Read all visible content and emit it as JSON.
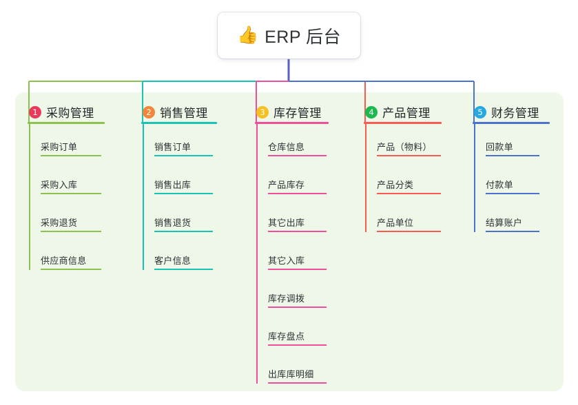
{
  "canvas": {
    "background": "#ffffff",
    "panel_color": "#eff7e9"
  },
  "root": {
    "icon": "thumbs-up-icon",
    "emoji": "👍",
    "label": "ERP 后台",
    "stem_color": "#5a5fc7"
  },
  "branches": [
    {
      "number": "1",
      "title": "采购管理",
      "badge_color": "#ea3a5c",
      "line_color": "#8cc152",
      "connector_color": "#8cc152",
      "items": [
        "采购订单",
        "采购入库",
        "采购退货",
        "供应商信息"
      ]
    },
    {
      "number": "2",
      "title": "销售管理",
      "badge_color": "#f0873a",
      "line_color": "#17c3b2",
      "connector_color": "#17c3b2",
      "items": [
        "销售订单",
        "销售出库",
        "销售退货",
        "客户信息"
      ]
    },
    {
      "number": "3",
      "title": "库存管理",
      "badge_color": "#f5c020",
      "line_color": "#ef4e9b",
      "connector_color": "#ef4e9b",
      "items": [
        "仓库信息",
        "产品库存",
        "其它出库",
        "其它入库",
        "库存调拨",
        "库存盘点",
        "出库库明细"
      ]
    },
    {
      "number": "4",
      "title": "产品管理",
      "badge_color": "#1cb94e",
      "line_color": "#fa5a52",
      "connector_color": "#fa5a52",
      "items": [
        "产品（物料）",
        "产品分类",
        "产品单位"
      ]
    },
    {
      "number": "5",
      "title": "财务管理",
      "badge_color": "#26a9e0",
      "line_color": "#4a72cf",
      "connector_color": "#4a72cf",
      "items": [
        "回款单",
        "付款单",
        "结算账户"
      ]
    }
  ]
}
